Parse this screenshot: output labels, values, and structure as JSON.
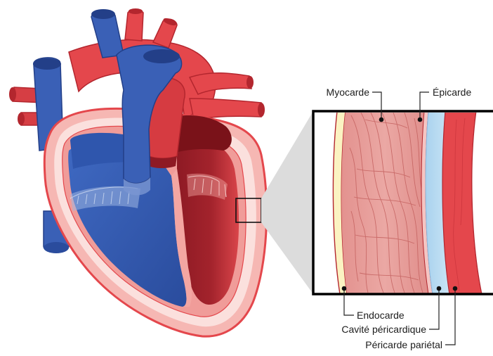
{
  "labels": {
    "myocarde": "Myocarde",
    "epicarde": "Épicarde",
    "endocarde": "Endocarde",
    "cavite_pericardique": "Cavité péricardique",
    "pericarde_parietal": "Péricarde pariétal"
  },
  "colors": {
    "arterial_red": "#e4474c",
    "arterial_dark": "#b3262e",
    "venous_blue": "#3a60b6",
    "venous_dark": "#233f88",
    "myocardium_pink": "#e79a97",
    "endocardium_cream": "#fbf3c2",
    "pericardial_cavity_blue": "#b7daf0",
    "pericardium_wall": "#f7c9c3",
    "zoom_callout_gray": "#dcdcdc"
  }
}
